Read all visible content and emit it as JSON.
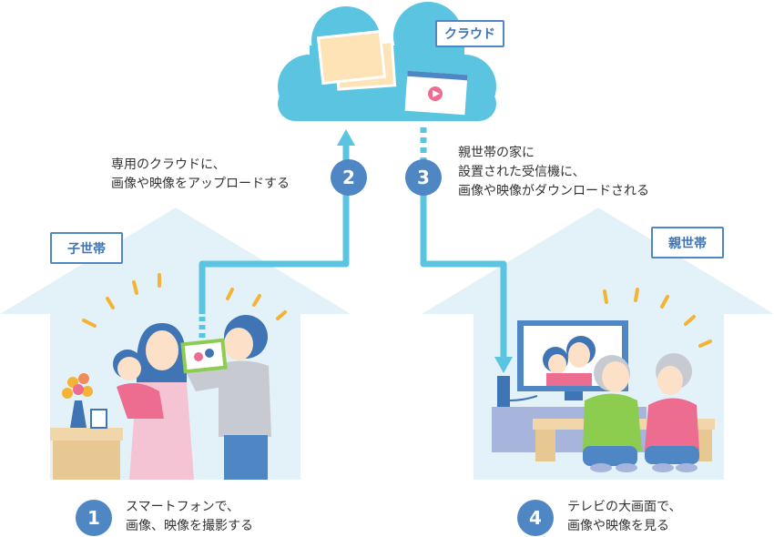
{
  "cloud": {
    "label": "クラウド"
  },
  "houses": {
    "child": {
      "label": "子世帯"
    },
    "parent": {
      "label": "親世帯"
    }
  },
  "steps": [
    {
      "number": "1",
      "lines": [
        "スマートフォンで、",
        "画像、映像を撮影する"
      ]
    },
    {
      "number": "2",
      "lines": [
        "専用のクラウドに、",
        "画像や映像をアップロードする"
      ]
    },
    {
      "number": "3",
      "lines": [
        "親世帯の家に",
        "設置された受信機に、",
        "画像や映像がダウンロードされる"
      ]
    },
    {
      "number": "4",
      "lines": [
        "テレビの大画面で、",
        "画像や映像を見る"
      ]
    }
  ],
  "colors": {
    "accent": "#4f86c4",
    "line": "#5bc4e0",
    "house": "#e3f1f8"
  }
}
